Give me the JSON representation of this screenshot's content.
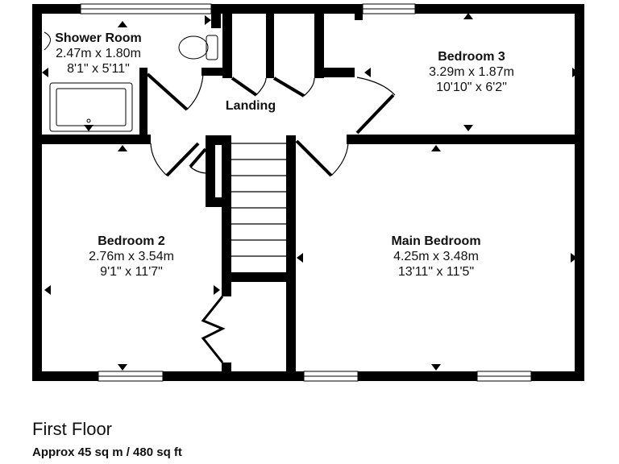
{
  "plan": {
    "floor_title": "First Floor",
    "area": "Approx 45 sq m / 480 sq ft",
    "wall_color": "#000000",
    "background": "#ffffff"
  },
  "rooms": {
    "shower_room": {
      "name": "Shower Room",
      "metric": "2.47m x 1.80m",
      "imperial": "8'1\" x 5'11\""
    },
    "landing": {
      "name": "Landing"
    },
    "bedroom3": {
      "name": "Bedroom 3",
      "metric": "3.29m x 1.87m",
      "imperial": "10'10\" x 6'2\""
    },
    "bedroom2": {
      "name": "Bedroom 2",
      "metric": "2.76m x 3.54m",
      "imperial": "9'1\" x 11'7\""
    },
    "main_bedroom": {
      "name": "Main Bedroom",
      "metric": "4.25m x 3.48m",
      "imperial": "13'11\" x 11'5\""
    }
  }
}
